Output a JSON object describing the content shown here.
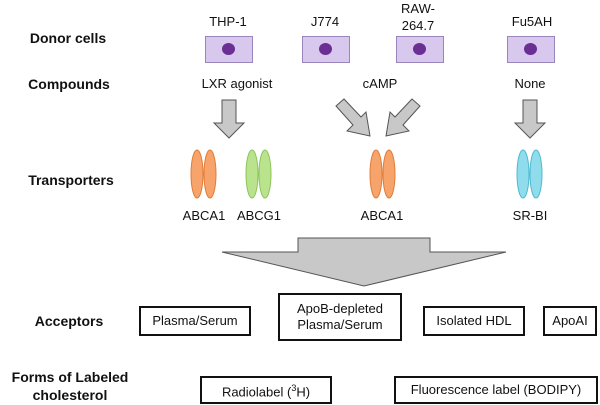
{
  "rows": {
    "donor_cells": "Donor cells",
    "compounds": "Compounds",
    "transporters": "Transporters",
    "acceptors": "Acceptors",
    "forms_line1": "Forms of Labeled",
    "forms_line2": "cholesterol"
  },
  "donor_cells": [
    {
      "name": "THP-1"
    },
    {
      "name": "J774"
    },
    {
      "name": "RAW-\n264.7"
    },
    {
      "name": "Fu5AH"
    }
  ],
  "compounds": {
    "lxr": "LXR agonist",
    "camp": "cAMP",
    "none": "None"
  },
  "transporters": {
    "abca1_left": "ABCA1",
    "abcg1": "ABCG1",
    "abca1_mid": "ABCA1",
    "srbi": "SR-BI"
  },
  "acceptors": {
    "plasma": "Plasma/Serum",
    "apob_line1": "ApoB-depleted",
    "apob_line2": "Plasma/Serum",
    "hdl": "Isolated HDL",
    "apoai": "ApoAI"
  },
  "labels": {
    "radio_prefix": "Radiolabel (",
    "radio_sup": "3",
    "radio_suffix": "H)",
    "fluor": "Fluorescence label (BODIPY)"
  },
  "colors": {
    "cell_fill": "#d9c8ee",
    "nucleus": "#6b2f93",
    "abca1_orange": "#f6a46b",
    "abcg1_green": "#b9e48d",
    "srbi_blue": "#8fdcec",
    "arrow_gray": "#c8c8c8"
  }
}
